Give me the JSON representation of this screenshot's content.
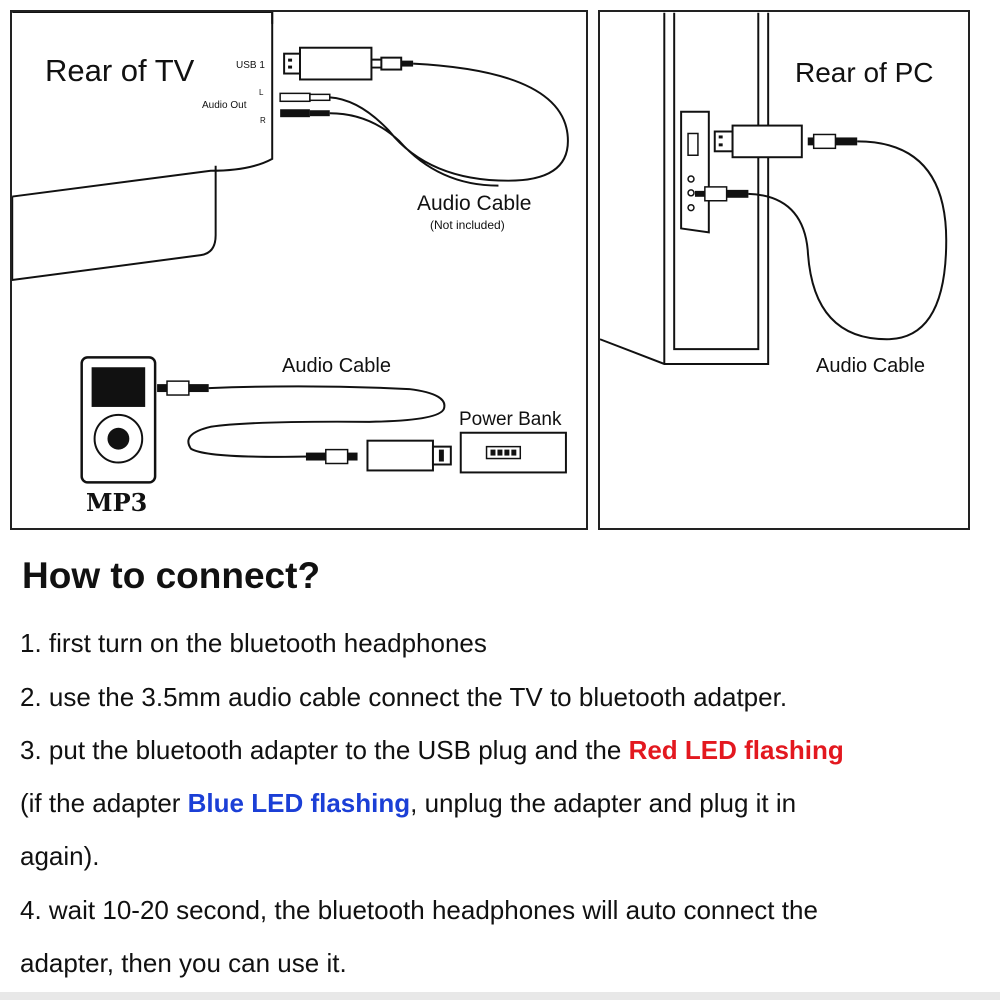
{
  "tv": {
    "title": "Rear of TV",
    "usb_label": "USB 1",
    "audio_out_label": "Audio Out",
    "l_label": "L",
    "r_label": "R"
  },
  "tv_cable": {
    "label": "Audio Cable",
    "note": "(Not included)"
  },
  "pc": {
    "title": "Rear of PC",
    "cable_label": "Audio Cable"
  },
  "mp3": {
    "label": "MP3",
    "cable_label": "Audio Cable",
    "power_bank_label": "Power Bank"
  },
  "instructions": {
    "heading": "How to connect?",
    "step1": "1. first turn on the bluetooth headphones",
    "step2": "2. use the 3.5mm audio cable connect the TV to bluetooth adatper.",
    "step3_pre": "3. put the bluetooth adapter to the USB plug and the ",
    "step3_red": "Red LED flashing",
    "step3b_pre": "(if the adapter ",
    "step3b_blue": "Blue LED flashing",
    "step3b_post": ", unplug the adapter and plug it in",
    "step3c": "again).",
    "step4a": "4. wait 10-20 second, the bluetooth headphones will auto connect the",
    "step4b": "adapter, then you can use it."
  },
  "colors": {
    "red_led": "#e3181f",
    "blue_led": "#1b3fd6"
  }
}
